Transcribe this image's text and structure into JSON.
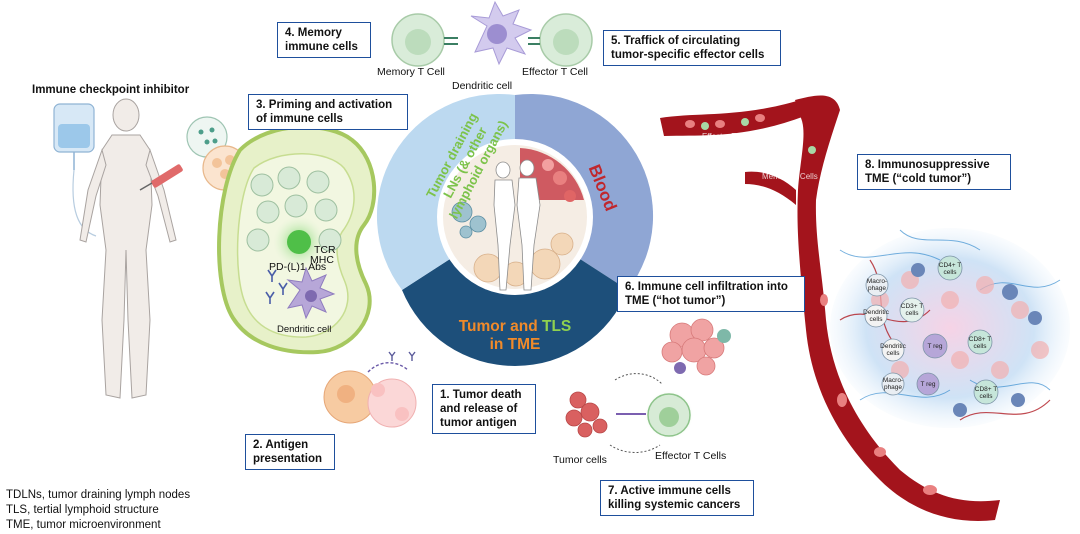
{
  "header_title": "Immune checkpoint inhibitor",
  "steps": [
    {
      "id": 1,
      "text": "1. Tumor death and release of tumor antigen"
    },
    {
      "id": 2,
      "text": "2. Antigen presentation"
    },
    {
      "id": 3,
      "text": "3. Priming and activation of immune cells"
    },
    {
      "id": 4,
      "text": "4. Memory immune cells"
    },
    {
      "id": 5,
      "text": "5. Traffick of circulating tumor-specific effector cells"
    },
    {
      "id": 6,
      "text": "6. Immune cell infiltration into TME (“hot tumor”)"
    },
    {
      "id": 7,
      "text": "7. Active immune cells killing systemic cancers"
    },
    {
      "id": 8,
      "text": "8. Immunosuppressive TME (“cold tumor”)"
    }
  ],
  "circle": {
    "segment_lns": "Tumor draining LNs (& other lymphoid organs)",
    "segment_blood": "Blood",
    "segment_tme_part1": "Tumor and ",
    "segment_tme_part2": "TLS",
    "segment_tme_part3": "in TME"
  },
  "cell_labels": {
    "memory_t": "Memory T Cell",
    "dendritic_top": "Dendritic cell",
    "effector_t_top": "Effector T Cell",
    "pd_abs": "PD-(L)1 Abs",
    "tcr": "TCR",
    "mhc": "MHC",
    "dendritic_ln": "Dendritic cell",
    "tumor_cells": "Tumor cells",
    "effector_t_cells": "Effector T Cells",
    "vessel_effector": "Effector T Cell",
    "vessel_memory": "Memory T Cells"
  },
  "tumor_cells": [
    {
      "text": "Macro-phage"
    },
    {
      "text": "CD4+ T cells"
    },
    {
      "text": "Dendritic cells"
    },
    {
      "text": "CD3+ T cells"
    },
    {
      "text": "Dendritic cells"
    },
    {
      "text": "T reg"
    },
    {
      "text": "CD8+ T cells"
    },
    {
      "text": "Macro-phage"
    },
    {
      "text": "T reg"
    },
    {
      "text": "CD8+ T cells"
    }
  ],
  "abbreviations": [
    "TDLNs, tumor draining lymph nodes",
    "TLS, tertial lymphoid structure",
    "TME, tumor microenvironment"
  ],
  "colors": {
    "box_border": "#1e4f9c",
    "ring_lns": "#bcd9f0",
    "ring_blood": "#8fa6d4",
    "ring_tme": "#1d4f7a",
    "lns_text": "#7cc34a",
    "blood_text": "#c0272d",
    "tme_text": "#f08a2a",
    "tls_text": "#8fd14f",
    "vessel": "#a3141c"
  }
}
